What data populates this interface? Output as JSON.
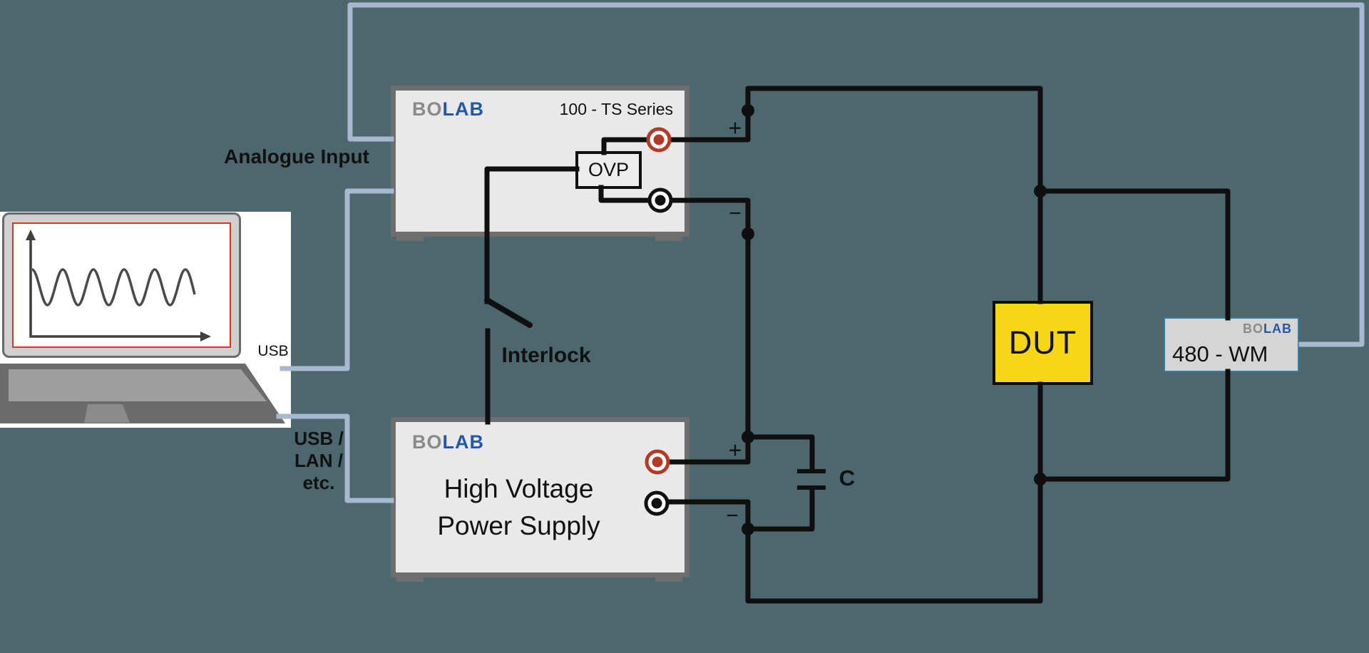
{
  "diagram": {
    "background": "#4d676e",
    "colors": {
      "power_wire": "#0f0f0f",
      "control_wire": "#a8b8d0",
      "instrument_border": "#6e6e6e",
      "instrument_fill": "#e9e9e9",
      "dut_fill": "#f7d616",
      "wm_border": "#3d7d9c",
      "terminal_red": "#b23a27",
      "terminal_black": "#111111",
      "screen_border_red": "#de3428",
      "logo_gray": "#8a8a8a",
      "logo_blue": "#2457a4"
    },
    "brand": {
      "bo": "BO",
      "lab": "LAB"
    },
    "ts_supply": {
      "title": "100 - TS Series",
      "ovp_label": "OVP"
    },
    "hv_supply": {
      "line1": "High Voltage",
      "line2": "Power Supply"
    },
    "dut_label": "DUT",
    "wm_label": "480 - WM",
    "capacitor_label": "C",
    "labels": {
      "analogue_input": "Analogue Input",
      "usb": "USB",
      "usb_lan": [
        "USB /",
        "LAN /",
        "etc."
      ],
      "interlock": "Interlock",
      "plus": "+",
      "minus": "−"
    }
  }
}
